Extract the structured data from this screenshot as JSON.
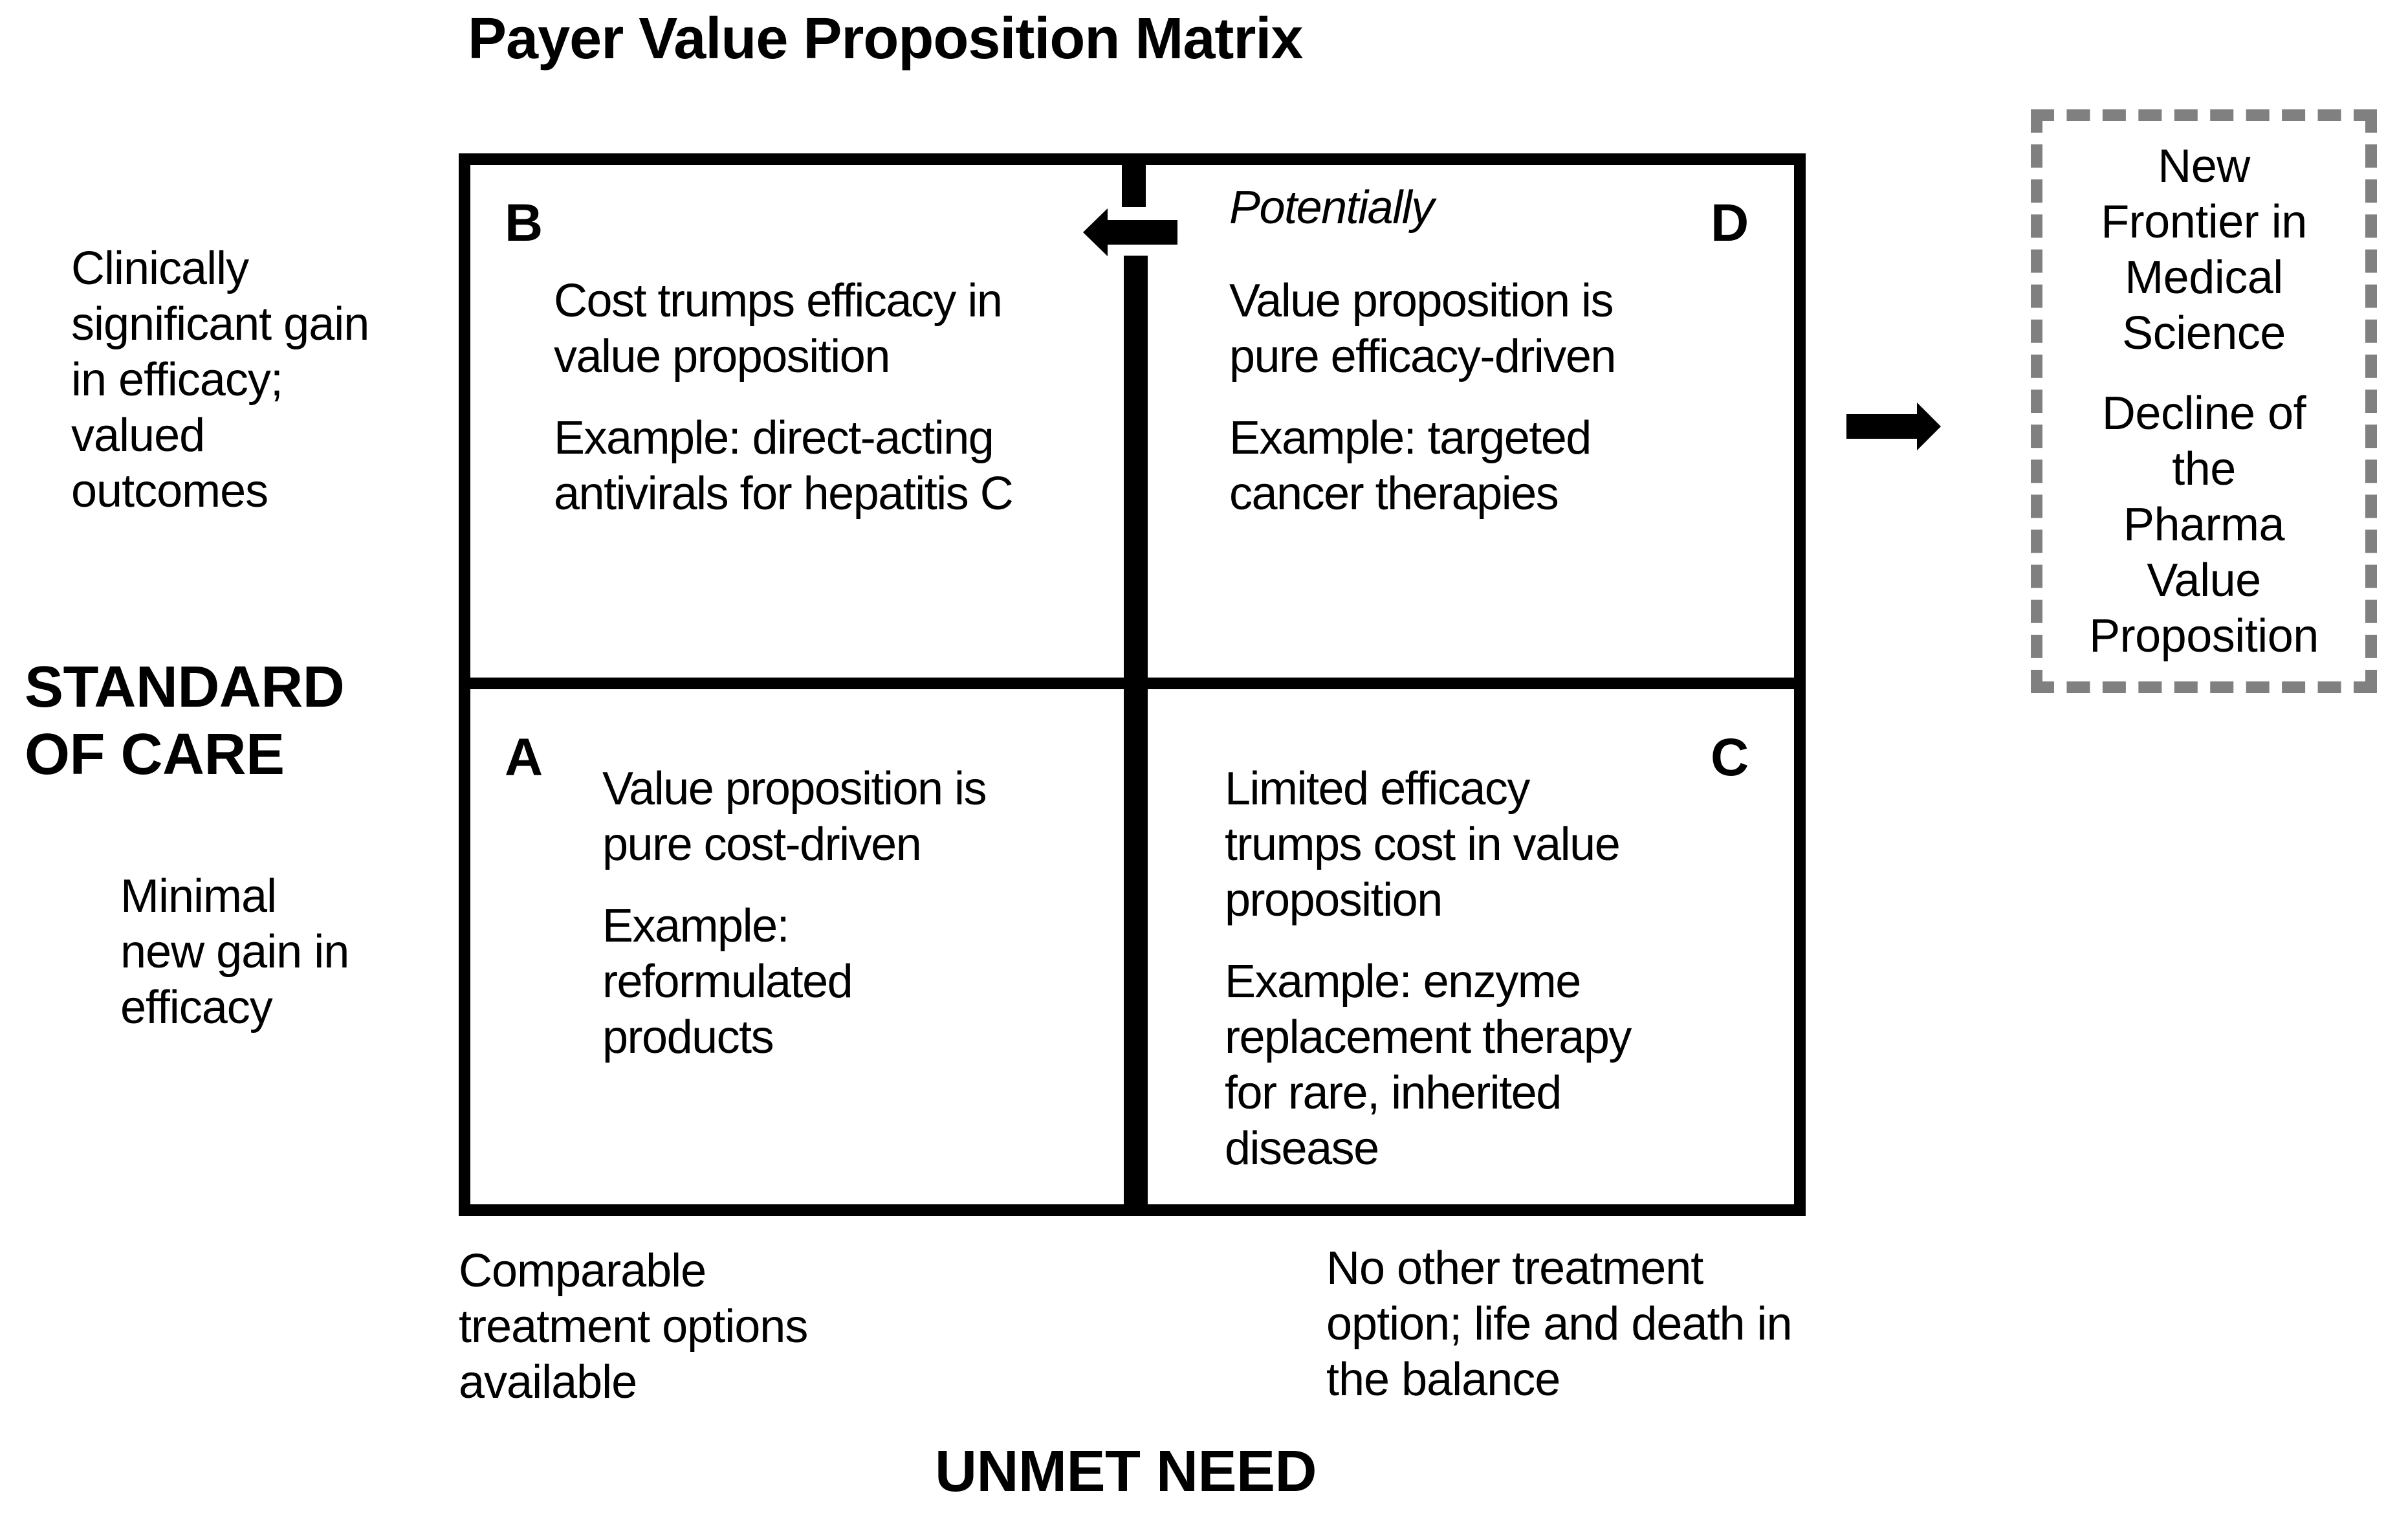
{
  "title": "Payer Value Proposition Matrix",
  "y_axis": {
    "title": "STANDARD\nOF CARE",
    "high_label": "Clinically\nsignificant gain\nin efficacy;\nvalued\noutcomes",
    "low_label": "Minimal\nnew gain in\nefficacy"
  },
  "x_axis": {
    "title": "UNMET NEED",
    "low_label": "Comparable\ntreatment options\navailable",
    "high_label": "No other treatment\noption; life and death in\nthe balance"
  },
  "quadrants": {
    "B": {
      "letter": "B",
      "statement": "Cost trumps efficacy in\nvalue proposition",
      "example": "Example: direct-acting\nantivirals for hepatitis C"
    },
    "D": {
      "letter": "D",
      "note": "Potentially",
      "statement": "Value proposition is\npure efficacy-driven",
      "example": "Example: targeted\ncancer therapies"
    },
    "A": {
      "letter": "A",
      "statement": "Value proposition is\npure cost-driven",
      "example": "Example:\nreformulated\nproducts"
    },
    "C": {
      "letter": "C",
      "statement": "Limited efficacy\ntrumps cost in value\nproposition",
      "example": "Example: enzyme\nreplacement therapy\nfor rare, inherited\ndisease"
    }
  },
  "outcome_box": {
    "line1": "New\nFrontier in\nMedical\nScience",
    "line2": "Decline of\nthe\nPharma\nValue\nProposition"
  },
  "arrows": {
    "d_to_b": "arrow-left",
    "matrix_to_outcome": "arrow-right"
  },
  "colors": {
    "lines": "#000000",
    "dashed_box": "#808080",
    "background": "#ffffff"
  }
}
